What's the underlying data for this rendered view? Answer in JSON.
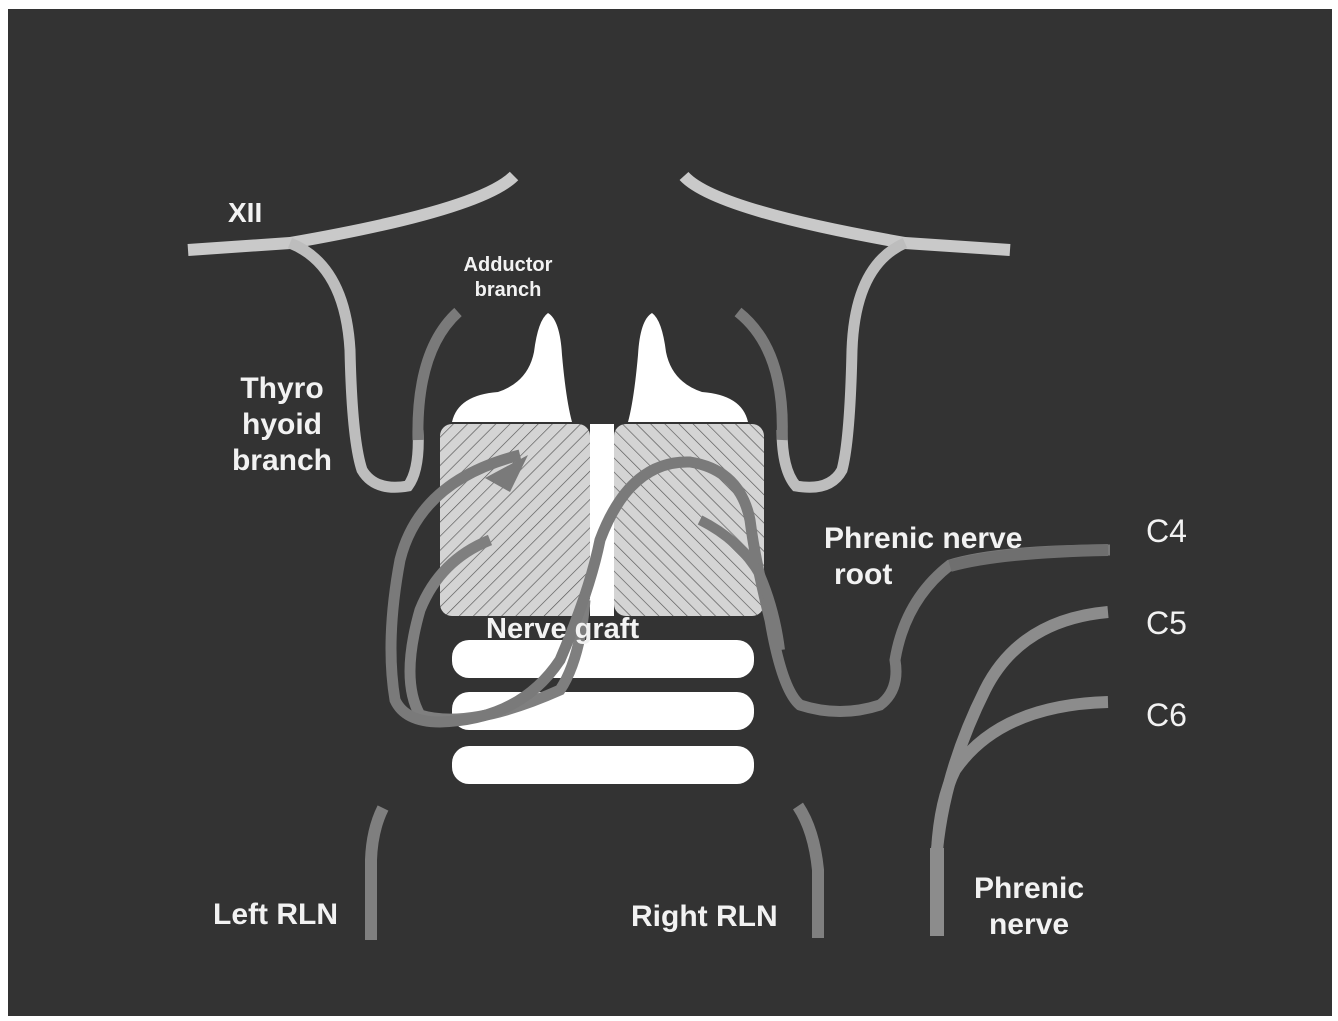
{
  "labels": {
    "xii": "XII",
    "adductor_line1": "Adductor",
    "adductor_line2": "branch",
    "thyro_line1": "Thyro",
    "thyro_line2": "hyoid",
    "thyro_line3": "branch",
    "phrenic_root_line1": "Phrenic nerve",
    "phrenic_root_line2": "root",
    "c4": "C4",
    "c5": "C5",
    "c6": "C6",
    "nerve_graft": "Nerve graft",
    "left_rln": "Left RLN",
    "right_rln": "Right RLN",
    "phrenic_nerve_line1": "Phrenic",
    "phrenic_nerve_line2": "nerve"
  },
  "colors": {
    "background": "#333333",
    "frame": "#ffffff",
    "light_nerve": "#c9c9c9",
    "mid_nerve": "#8c8c8c",
    "dark_nerve": "#6f6f6f",
    "cartilage": "#ffffff",
    "muscle_fill": "#d2d2d2",
    "muscle_hatch": "#555555"
  }
}
